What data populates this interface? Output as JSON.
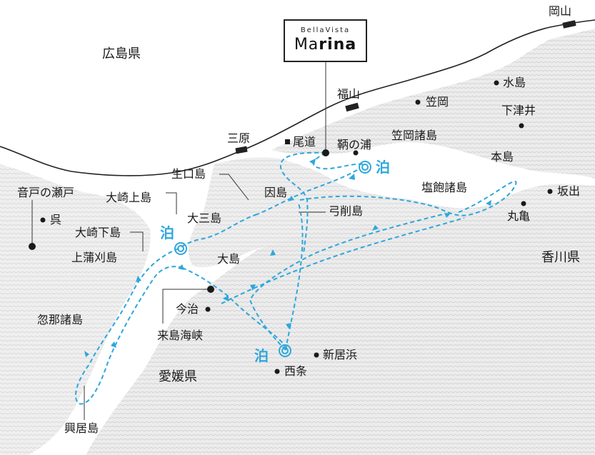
{
  "colors": {
    "route": "#2ea7dc",
    "land": "#e9e9e9",
    "sea": "#ffffff",
    "border": "#222222",
    "text": "#1a1a1a"
  },
  "logo": {
    "line1": "BellaVista",
    "line2_regular": "Ma",
    "line2_bold": "rina"
  },
  "stay_label": "泊",
  "prefectures": {
    "hiroshima": "広島県",
    "ehime": "愛媛県",
    "kagawa": "香川県"
  },
  "stations": {
    "okayama": "岡山",
    "fukuyama": "福山",
    "mihara": "三原"
  },
  "places": {
    "onomichi": "尾道",
    "tomonoura": "鞆の浦",
    "kasaoka": "笠岡",
    "kasaoka_islands": "笠岡諸島",
    "mizushima": "水島",
    "shimotsui": "下津井",
    "honjima": "本島",
    "sakaide": "坂出",
    "marugame": "丸亀",
    "shiwaku_islands": "塩飽諸島",
    "ondo_strait": "音戸の瀬戸",
    "kure": "呉",
    "osakikamijima": "大崎上島",
    "osakishimojima": "大崎下島",
    "kamikamagarijima": "上蒲刈島",
    "ikuchijima": "生口島",
    "innoshima": "因島",
    "yugeshima": "弓削島",
    "omishima": "大三島",
    "oshima": "大島",
    "imabari": "今治",
    "kurushima_strait": "来島海峡",
    "kutsuna_islands": "忽那諸島",
    "gogoshima": "興居島",
    "saijo": "西条",
    "niihama": "新居浜"
  }
}
